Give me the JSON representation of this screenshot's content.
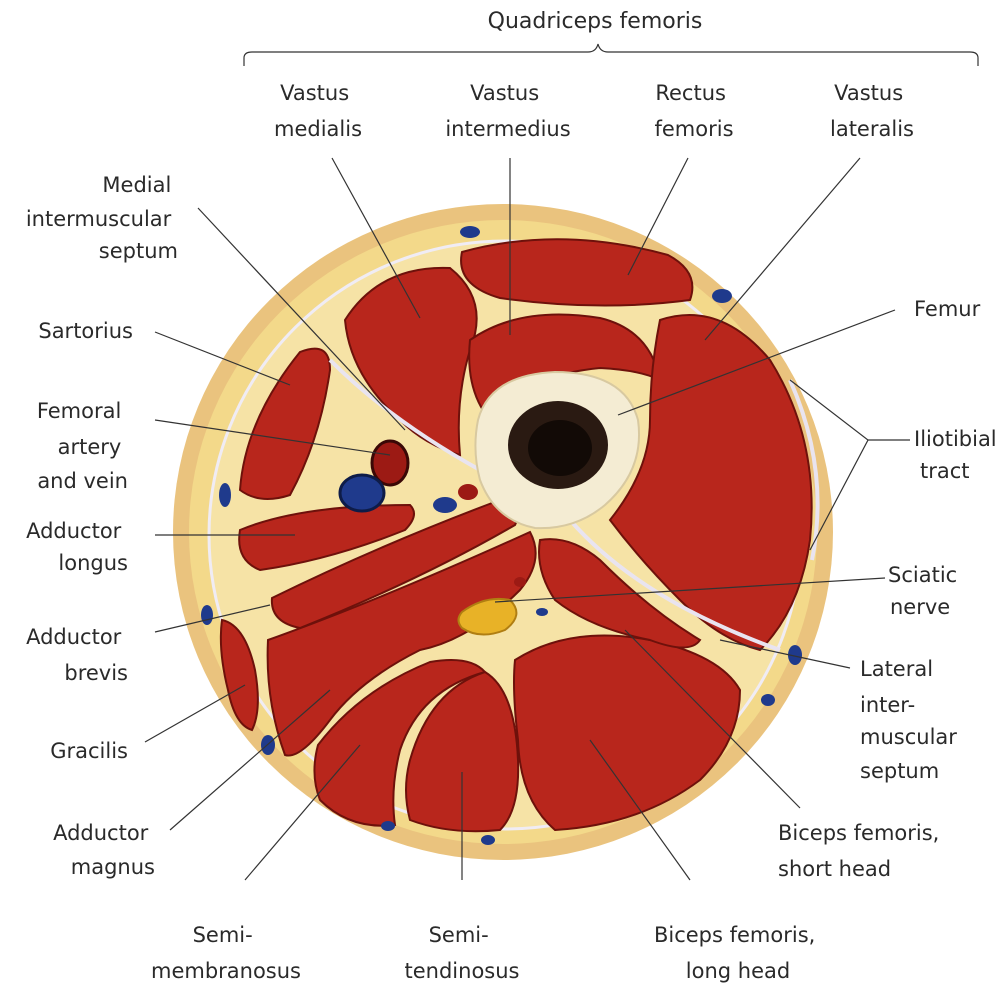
{
  "group_label": "Quadriceps femoris",
  "labels": {
    "vastus_medialis": [
      "Vastus",
      "medialis"
    ],
    "vastus_intermedius": [
      "Vastus",
      "intermedius"
    ],
    "rectus_femoris": [
      "Rectus",
      "femoris"
    ],
    "vastus_lateralis": [
      "Vastus",
      "lateralis"
    ],
    "medial_intermuscular_septum": [
      "Medial",
      "intermuscular",
      "septum"
    ],
    "sartorius": [
      "Sartorius"
    ],
    "femoral_artery_vein": [
      "Femoral",
      "artery",
      "and vein"
    ],
    "adductor_longus": [
      "Adductor",
      "longus"
    ],
    "adductor_brevis": [
      "Adductor",
      "brevis"
    ],
    "gracilis": [
      "Gracilis"
    ],
    "adductor_magnus": [
      "Adductor",
      "magnus"
    ],
    "semimembranosus": [
      "Semi-",
      "membranosus"
    ],
    "semitendinosus": [
      "Semi-",
      "tendinosus"
    ],
    "biceps_long_head": [
      "Biceps femoris,",
      "long head"
    ],
    "biceps_short_head": [
      "Biceps femoris,",
      "short head"
    ],
    "lateral_intermuscular_septum": [
      "Lateral",
      "inter-",
      "muscular",
      "septum"
    ],
    "sciatic_nerve": [
      "Sciatic",
      "nerve"
    ],
    "iliotibial_tract": [
      "Iliotibial",
      "tract"
    ],
    "femur": [
      "Femur"
    ]
  },
  "colors": {
    "fat": "#f3d98a",
    "skin": "#eac37e",
    "muscle": "#b8261c",
    "muscle_dark": "#7e140e",
    "bone": "#f4ecd3",
    "marrow": "#2a1a12",
    "vein": "#1f3a8c",
    "artery": "#9c1a14",
    "nerve": "#e8b227"
  }
}
